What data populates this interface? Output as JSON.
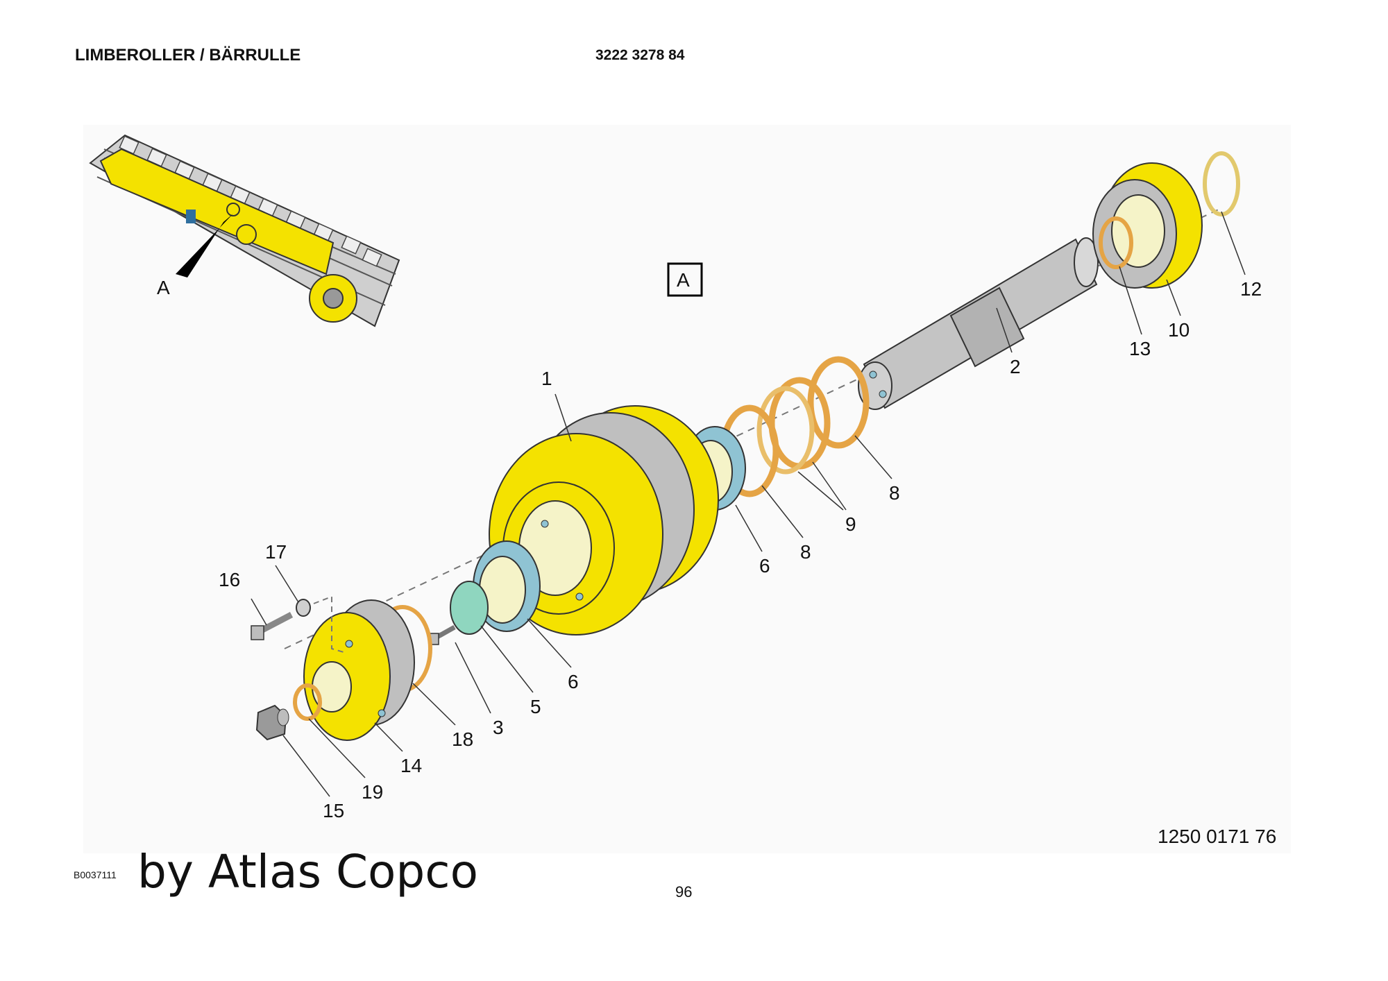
{
  "header": {
    "title": "LIMBEROLLER / BÄRRULLE",
    "part_number": "3222 3278 84"
  },
  "view_label": "A",
  "detail_pointer_label": "A",
  "callouts": {
    "c1": "1",
    "c2": "2",
    "c3": "3",
    "c5": "5",
    "c6a": "6",
    "c6b": "6",
    "c8a": "8",
    "c8b": "8",
    "c9": "9",
    "c10": "10",
    "c12": "12",
    "c13": "13",
    "c14": "14",
    "c15": "15",
    "c16": "16",
    "c17": "17",
    "c18": "18",
    "c19": "19"
  },
  "footer": {
    "document_number": "1250 0171 76",
    "image_id": "B0037111",
    "brand": "by Atlas Copco",
    "page_number": "96"
  },
  "colors": {
    "yellow": "#f4e200",
    "shaft_grey": "#c4c4c4",
    "bearing_blue": "#8fc3d3",
    "seal_orange": "#e5a445",
    "washer_green": "#8fd6bf",
    "line": "#222222"
  }
}
